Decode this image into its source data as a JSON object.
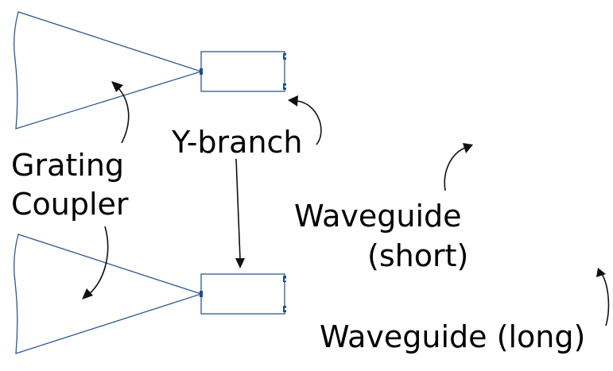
{
  "labels": {
    "grating_coupler_line1": "Grating",
    "grating_coupler_line2": "Coupler",
    "y_branch": "Y-branch",
    "waveguide_short_line1": "Waveguide",
    "waveguide_short_line2": "(short)",
    "waveguide_long": "Waveguide (long)"
  },
  "colors": {
    "device_outline": "#2b5a8e",
    "annotation_arrow": "#111111",
    "text": "#000000"
  }
}
